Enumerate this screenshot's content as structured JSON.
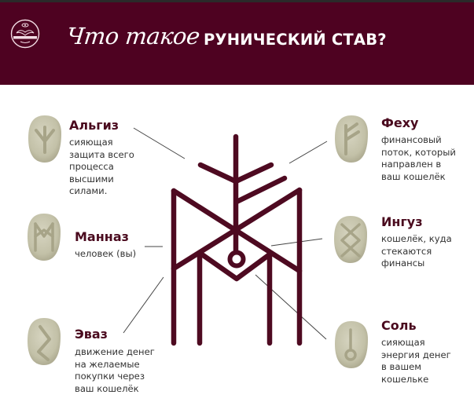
{
  "header": {
    "background_color": "#4e0221",
    "logo": "brand-emblem-icon",
    "title_script": "Что такое",
    "title_bold": "РУНИЧЕСКИЙ СТАВ?"
  },
  "stave": {
    "color": "#4e0a21",
    "icon": "runic-stave-icon"
  },
  "runes": [
    {
      "id": "algiz",
      "name": "Альгиз",
      "lines": [
        "сияющая",
        "защита всего",
        "процесса",
        "высшими",
        "силами."
      ],
      "icon": "algiz-rune-stone-icon",
      "side": "left"
    },
    {
      "id": "mannaz",
      "name": "Манназ",
      "lines": [
        "человек (вы)"
      ],
      "icon": "mannaz-rune-stone-icon",
      "side": "left"
    },
    {
      "id": "evaz",
      "name": "Эваз",
      "lines": [
        "движение денег",
        "на желаемые",
        "покупки через",
        "ваш кошелёк"
      ],
      "icon": "evaz-rune-stone-icon",
      "side": "left"
    },
    {
      "id": "fehu",
      "name": "Феху",
      "lines": [
        "финансовый",
        "поток, который",
        "направлен в",
        "ваш кошелёк"
      ],
      "icon": "fehu-rune-stone-icon",
      "side": "right"
    },
    {
      "id": "ingus",
      "name": "Ингуз",
      "lines": [
        "кошелёк, куда",
        "стекаются",
        "финансы"
      ],
      "icon": "ingus-rune-stone-icon",
      "side": "right"
    },
    {
      "id": "sol",
      "name": "Соль",
      "lines": [
        "сияющая",
        "энергия денег",
        "в вашем",
        "кошельке"
      ],
      "icon": "sol-rune-stone-icon",
      "side": "right"
    }
  ]
}
